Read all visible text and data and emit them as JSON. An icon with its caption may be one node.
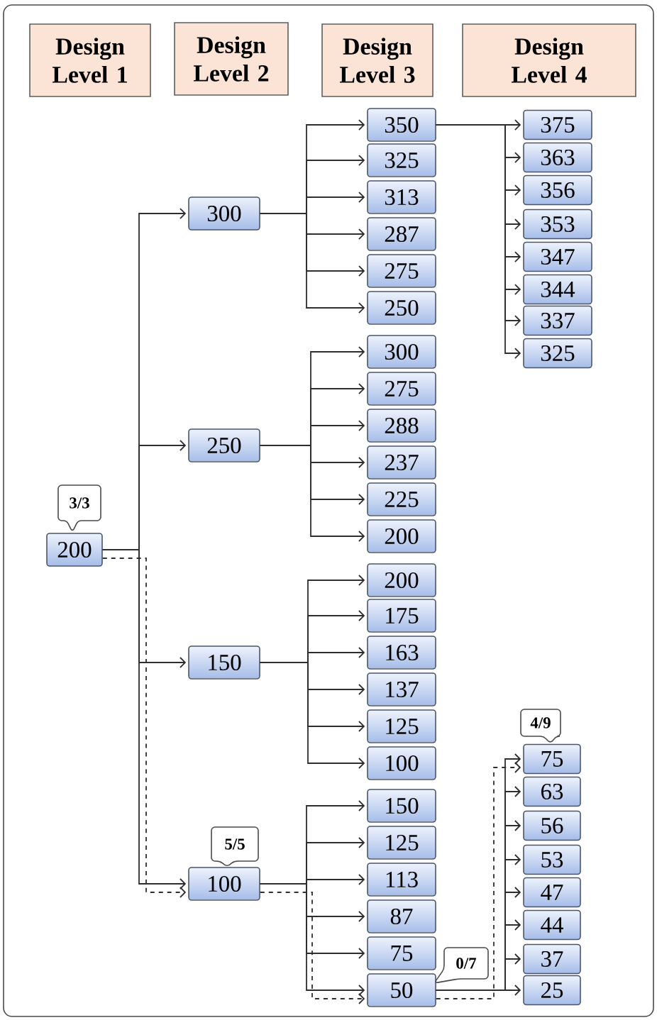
{
  "diagram": {
    "nodes": [
      {
        "text": [
          "Design Level 1"
        ]
      },
      {
        "text": [
          "Design Level 2"
        ]
      },
      {
        "text": [
          "Design Level 3"
        ]
      },
      {
        "text": [
          "Design Level 4"
        ]
      },
      {
        "text": [
          "200"
        ],
        "beside": [
          "3/3"
        ]
      },
      {
        "text": [
          "300"
        ]
      },
      {
        "text": [
          "250"
        ]
      },
      {
        "text": [
          "150"
        ]
      },
      {
        "text": [
          "100"
        ],
        "beside": [
          "5/5"
        ]
      },
      {
        "text": [
          "350"
        ]
      },
      {
        "text": [
          "325"
        ]
      },
      {
        "text": [
          "313"
        ]
      },
      {
        "text": [
          "287"
        ]
      },
      {
        "text": [
          "275"
        ]
      },
      {
        "text": [
          "250"
        ]
      },
      {
        "text": [
          "300"
        ]
      },
      {
        "text": [
          "275"
        ]
      },
      {
        "text": [
          "288"
        ]
      },
      {
        "text": [
          "237"
        ]
      },
      {
        "text": [
          "225"
        ]
      },
      {
        "text": [
          "200"
        ]
      },
      {
        "text": [
          "200"
        ]
      },
      {
        "text": [
          "175"
        ]
      },
      {
        "text": [
          "163"
        ]
      },
      {
        "text": [
          "137"
        ]
      },
      {
        "text": [
          "125"
        ]
      },
      {
        "text": [
          "100"
        ]
      },
      {
        "text": [
          "150"
        ]
      },
      {
        "text": [
          "125"
        ]
      },
      {
        "text": [
          "113"
        ]
      },
      {
        "text": [
          "87"
        ]
      },
      {
        "text": [
          "75"
        ]
      },
      {
        "text": [
          "50"
        ],
        "beside": [
          "0/7"
        ]
      },
      {
        "text": [
          "375"
        ]
      },
      {
        "text": [
          "363"
        ]
      },
      {
        "text": [
          "356"
        ]
      },
      {
        "text": [
          "353"
        ]
      },
      {
        "text": [
          "347"
        ]
      },
      {
        "text": [
          "344"
        ]
      },
      {
        "text": [
          "337"
        ]
      },
      {
        "text": [
          "325"
        ]
      },
      {
        "text": [
          "75"
        ],
        "beside": [
          "4/9"
        ]
      },
      {
        "text": [
          "63"
        ]
      },
      {
        "text": [
          "56"
        ]
      },
      {
        "text": [
          "53"
        ]
      },
      {
        "text": [
          "47"
        ]
      },
      {
        "text": [
          "44"
        ]
      },
      {
        "text": [
          "37"
        ]
      },
      {
        "text": [
          "25"
        ]
      }
    ],
    "edges": [
      {
        "from": 4,
        "to": 5,
        "arrow": "to"
      },
      {
        "from": 4,
        "to": 6,
        "arrow": "to"
      },
      {
        "from": 4,
        "to": 7,
        "arrow": "to"
      },
      {
        "from": 4,
        "to": 8,
        "arrow": "to"
      },
      {
        "from": 4,
        "to": 8,
        "arrow": "to",
        "style": "dashed"
      },
      {
        "from": 5,
        "to": 9,
        "arrow": "to"
      },
      {
        "from": 5,
        "to": 10,
        "arrow": "to"
      },
      {
        "from": 5,
        "to": 11,
        "arrow": "to"
      },
      {
        "from": 5,
        "to": 12,
        "arrow": "to"
      },
      {
        "from": 5,
        "to": 13,
        "arrow": "to"
      },
      {
        "from": 5,
        "to": 14,
        "arrow": "to"
      },
      {
        "from": 6,
        "to": 15,
        "arrow": "to"
      },
      {
        "from": 6,
        "to": 16,
        "arrow": "to"
      },
      {
        "from": 6,
        "to": 17,
        "arrow": "to"
      },
      {
        "from": 6,
        "to": 18,
        "arrow": "to"
      },
      {
        "from": 6,
        "to": 19,
        "arrow": "to"
      },
      {
        "from": 6,
        "to": 20,
        "arrow": "to"
      },
      {
        "from": 7,
        "to": 21,
        "arrow": "to"
      },
      {
        "from": 7,
        "to": 22,
        "arrow": "to"
      },
      {
        "from": 7,
        "to": 23,
        "arrow": "to"
      },
      {
        "from": 7,
        "to": 24,
        "arrow": "to"
      },
      {
        "from": 7,
        "to": 25,
        "arrow": "to"
      },
      {
        "from": 7,
        "to": 26,
        "arrow": "to"
      },
      {
        "from": 8,
        "to": 27,
        "arrow": "to"
      },
      {
        "from": 8,
        "to": 28,
        "arrow": "to"
      },
      {
        "from": 8,
        "to": 29,
        "arrow": "to"
      },
      {
        "from": 8,
        "to": 30,
        "arrow": "to"
      },
      {
        "from": 8,
        "to": 31,
        "arrow": "to"
      },
      {
        "from": 8,
        "to": 32,
        "arrow": "to"
      },
      {
        "from": 8,
        "to": 32,
        "arrow": "to",
        "style": "dashed"
      },
      {
        "from": 9,
        "to": 33,
        "arrow": "to"
      },
      {
        "from": 9,
        "to": 34,
        "arrow": "to"
      },
      {
        "from": 9,
        "to": 35,
        "arrow": "to"
      },
      {
        "from": 9,
        "to": 36,
        "arrow": "to"
      },
      {
        "from": 9,
        "to": 37,
        "arrow": "to"
      },
      {
        "from": 9,
        "to": 38,
        "arrow": "to"
      },
      {
        "from": 9,
        "to": 39,
        "arrow": "to"
      },
      {
        "from": 9,
        "to": 40,
        "arrow": "to"
      },
      {
        "from": 32,
        "to": 41,
        "arrow": "to"
      },
      {
        "from": 32,
        "to": 42,
        "arrow": "to"
      },
      {
        "from": 32,
        "to": 43,
        "arrow": "to"
      },
      {
        "from": 32,
        "to": 44,
        "arrow": "to"
      },
      {
        "from": 32,
        "to": 45,
        "arrow": "to"
      },
      {
        "from": 32,
        "to": 46,
        "arrow": "to"
      },
      {
        "from": 32,
        "to": 47,
        "arrow": "to"
      },
      {
        "from": 32,
        "to": 48,
        "arrow": "to"
      },
      {
        "from": 32,
        "to": 41,
        "arrow": "to",
        "style": "dashed"
      }
    ]
  }
}
